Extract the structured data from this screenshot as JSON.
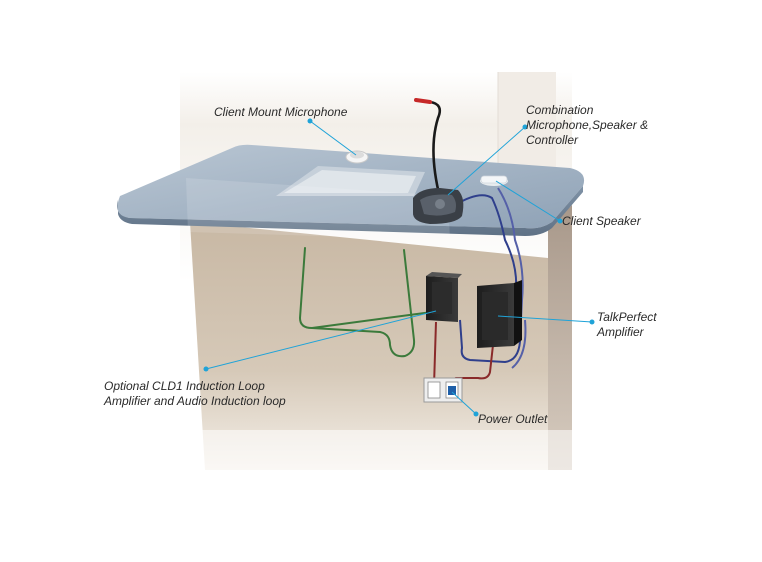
{
  "colors": {
    "callout_line": "#1fa3d8",
    "counter_top": "#9fb0c2",
    "cabinet": "#d4c4b1",
    "loop_wire": "#3b7a3b",
    "power_wire": "#8a2a2a",
    "audio_wire": "#2f3f8c"
  },
  "callouts": {
    "client_mount_microphone": {
      "lines": [
        "Client Mount Microphone"
      ]
    },
    "combination_unit": {
      "lines": [
        "Combination",
        "Microphone,Speaker &",
        "Controller"
      ]
    },
    "client_speaker": {
      "lines": [
        "Client Speaker"
      ]
    },
    "talkperfect_amplifier": {
      "lines": [
        "TalkPerfect",
        "Amplifier"
      ]
    },
    "induction_loop": {
      "lines": [
        "Optional CLD1 Induction Loop",
        "Amplifier and Audio Induction loop"
      ]
    },
    "power_outlet": {
      "lines": [
        "Power Outlet"
      ]
    }
  }
}
